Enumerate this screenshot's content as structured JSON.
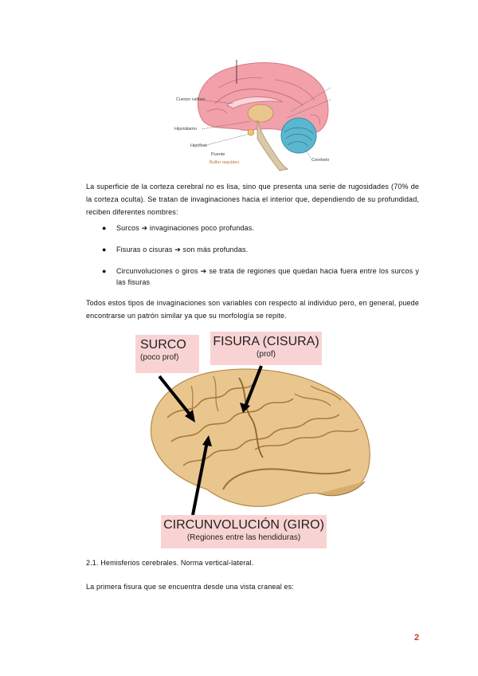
{
  "figure1": {
    "labels": {
      "cuerpo_calloso": "Cuerpo calloso",
      "hipotalamo": "Hipotálamo",
      "hipofisis": "Hipófisis",
      "puente": "Puente",
      "bulbo": "Bulbo raquídeo",
      "cerebelo": "Cerebelo"
    }
  },
  "intro_paragraph": "La superficie de la corteza cerebral no es lisa, sino que presenta una serie de rugosidades (70% de la corteza oculta). Se tratan de invaginaciones hacia el interior que, dependiendo de su profundidad, reciben diferentes nombres:",
  "bullets": [
    {
      "dot": "●",
      "text": "Surcos ➔ invaginaciones poco profundas."
    },
    {
      "dot": "●",
      "text": "Fisuras o cisuras ➔ son más profundas."
    },
    {
      "dot": "●",
      "text": "Circunvoluciones o giros ➔ se trata de regiones que quedan hacia fuera entre los surcos y las fisuras"
    }
  ],
  "variation_paragraph": "Todos estos tipos de invaginaciones son variables con respecto al individuo pero, en general, puede encontrarse un patrón similar ya que su morfología se repite.",
  "figure2": {
    "surco_title": "SURCO",
    "surco_sub": "(poco prof)",
    "fisura_title": "FISURA (CISURA)",
    "fisura_sub": "(prof)",
    "circ_title": "CIRCUNVOLUCIÓN (GIRO)",
    "circ_sub": "(Regiones entre las hendiduras)"
  },
  "section_heading": "2.1. Hemisferios cerebrales. Norma vertical-lateral.",
  "section_paragraph": "La primera fisura que se encuentra desde una vista craneal es:",
  "page_number": "2",
  "colors": {
    "callout_bg": "#f9d3d3",
    "page_number": "#c0392b",
    "brain_pink": "#f2a0aa",
    "brain_tan": "#e9c68d",
    "cerebellum": "#5bb7cf"
  }
}
